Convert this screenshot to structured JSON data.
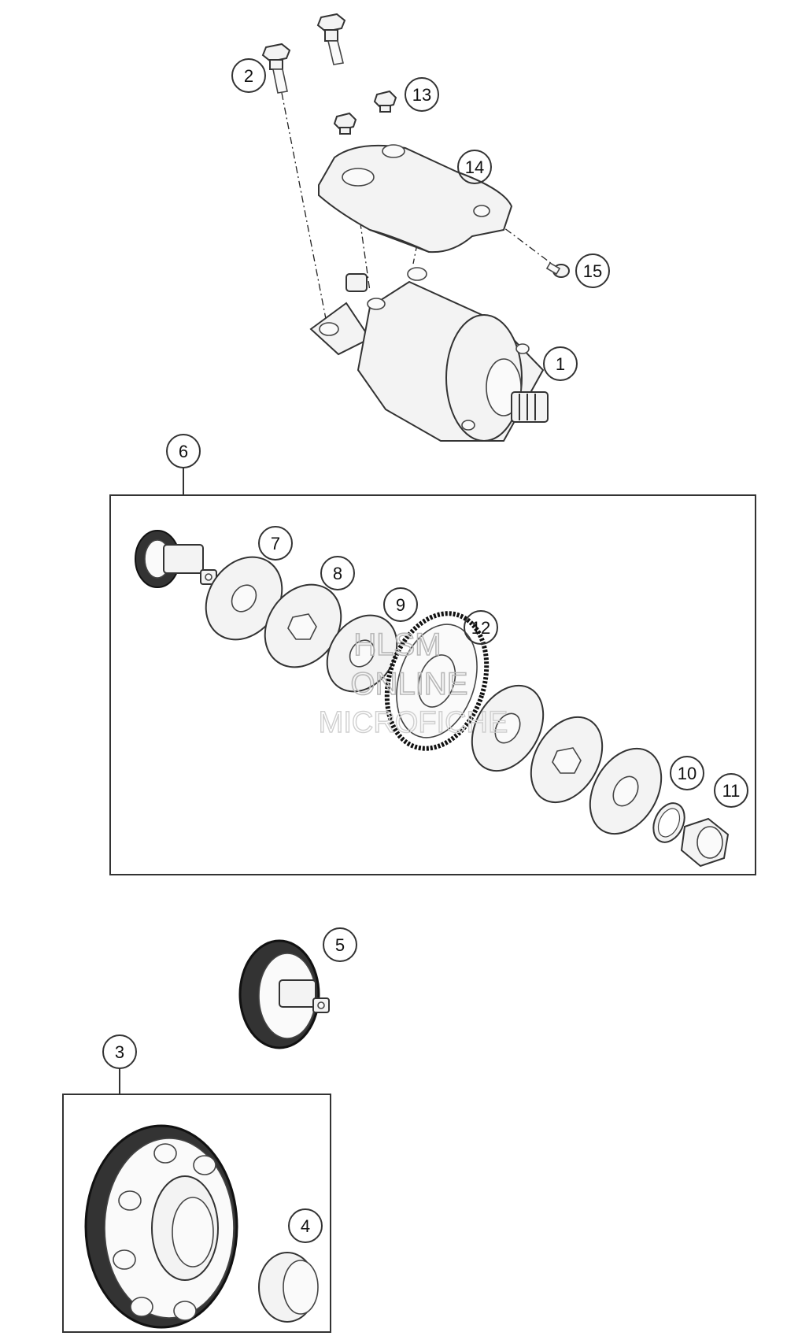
{
  "callouts": [
    {
      "id": "c1",
      "label": "1"
    },
    {
      "id": "c2",
      "label": "2"
    },
    {
      "id": "c3",
      "label": "3"
    },
    {
      "id": "c4",
      "label": "4"
    },
    {
      "id": "c5",
      "label": "5"
    },
    {
      "id": "c6",
      "label": "6"
    },
    {
      "id": "c7",
      "label": "7"
    },
    {
      "id": "c8",
      "label": "8"
    },
    {
      "id": "c9",
      "label": "9"
    },
    {
      "id": "c10",
      "label": "10"
    },
    {
      "id": "c11",
      "label": "11"
    },
    {
      "id": "c12",
      "label": "12"
    },
    {
      "id": "c13",
      "label": "13"
    },
    {
      "id": "c14",
      "label": "14"
    },
    {
      "id": "c15",
      "label": "15"
    }
  ],
  "watermark": {
    "line1": "HLSM",
    "line2": "ONLINE",
    "line3": "MICROFICHE"
  },
  "colors": {
    "ink": "#222222",
    "watermark": "#b8b8b8",
    "background": "#ffffff"
  }
}
